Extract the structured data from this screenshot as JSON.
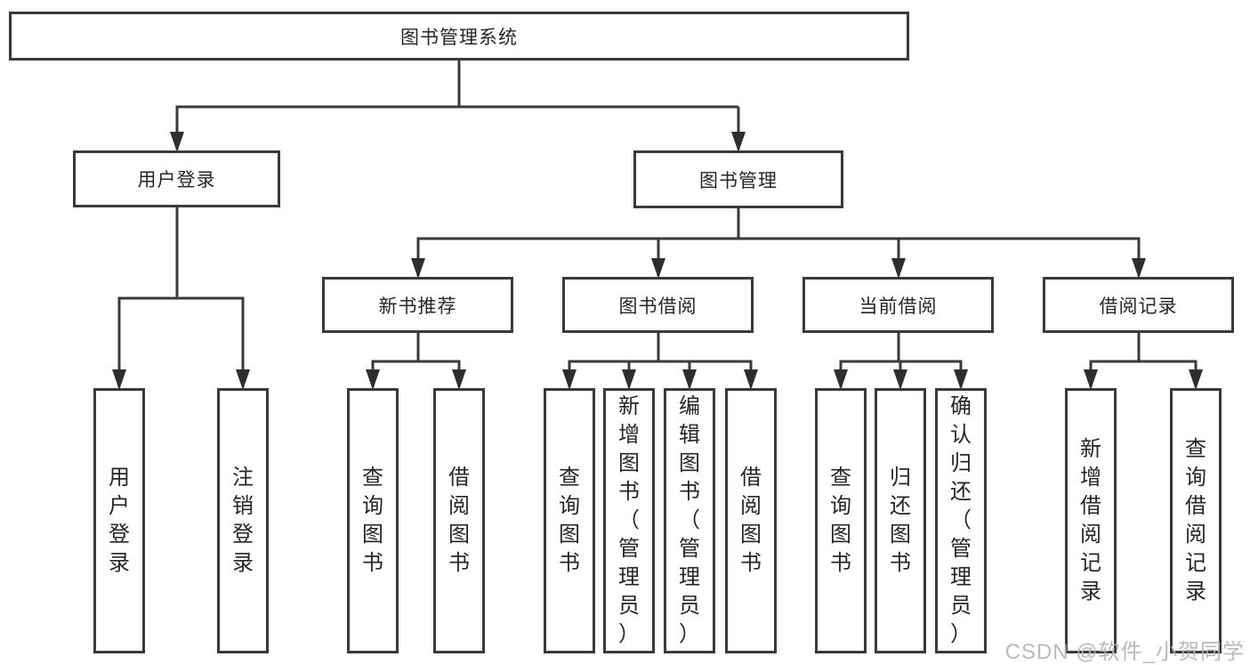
{
  "diagram": {
    "title": "图书管理系统",
    "level2": [
      "用户登录",
      "图书管理"
    ],
    "level3": [
      "新书推荐",
      "图书借阅",
      "当前借阅",
      "借阅记录"
    ],
    "leaves": {
      "user_login": [
        "用户登录",
        "注销登录"
      ],
      "new_book_recommend": [
        "查询图书",
        "借阅图书"
      ],
      "book_borrow": [
        "查询图书",
        "新增图书（管理员）",
        "编辑图书（管理员）",
        "借阅图书"
      ],
      "current_borrow": [
        "查询图书",
        "归还图书",
        "确认归还（管理员）"
      ],
      "borrow_records": [
        "新增借阅记录",
        "查询借阅记录"
      ]
    }
  },
  "watermark": "CSDN @软件_小贺同学",
  "colors": {
    "line": "#3a3a3a",
    "text": "#262626",
    "watermark": "#b3b3b3",
    "background": "#ffffff"
  }
}
